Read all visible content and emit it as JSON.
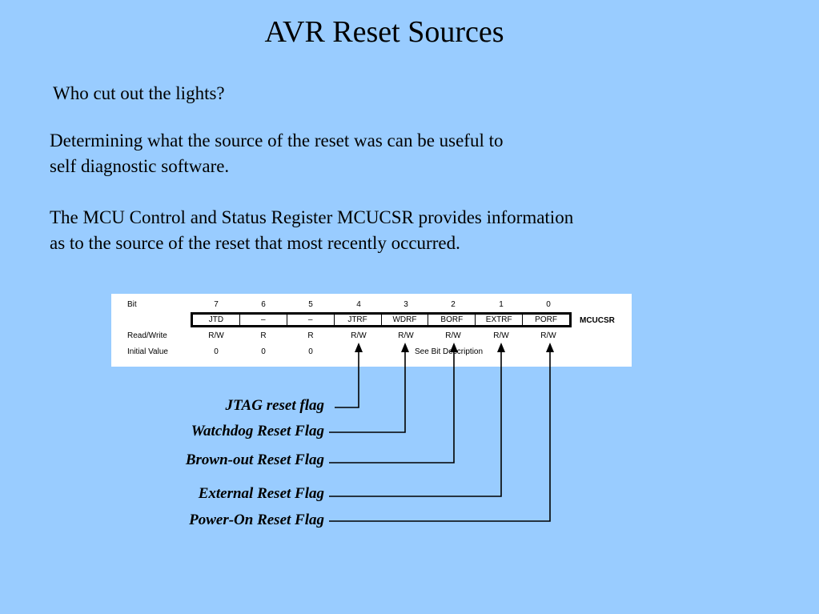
{
  "slide": {
    "title": "AVR Reset Sources",
    "subtitle": "Who cut out the lights?",
    "paragraphs": [
      [
        "Determining what the source of the reset was can be useful to",
        "self diagnostic software."
      ],
      [
        "The MCU Control and Status Register MCUCSR provides information",
        "as to the source of the reset that most recently occurred."
      ]
    ]
  },
  "register": {
    "row_labels": {
      "bit": "Bit",
      "rw": "Read/Write",
      "init": "Initial Value"
    },
    "bits": [
      "7",
      "6",
      "5",
      "4",
      "3",
      "2",
      "1",
      "0"
    ],
    "fields": [
      "JTD",
      "–",
      "–",
      "JTRF",
      "WDRF",
      "BORF",
      "EXTRF",
      "PORF"
    ],
    "access": [
      "R/W",
      "R",
      "R",
      "R/W",
      "R/W",
      "R/W",
      "R/W",
      "R/W"
    ],
    "initial": [
      "0",
      "0",
      "0"
    ],
    "initial_note": "See Bit Description",
    "name": "MCUCSR"
  },
  "flags": [
    {
      "label": "JTAG reset flag",
      "bit": "4"
    },
    {
      "label": "Watchdog Reset Flag",
      "bit": "3"
    },
    {
      "label": "Brown-out Reset Flag",
      "bit": "2"
    },
    {
      "label": "External Reset Flag",
      "bit": "1"
    },
    {
      "label": "Power-On Reset Flag",
      "bit": "0"
    }
  ]
}
